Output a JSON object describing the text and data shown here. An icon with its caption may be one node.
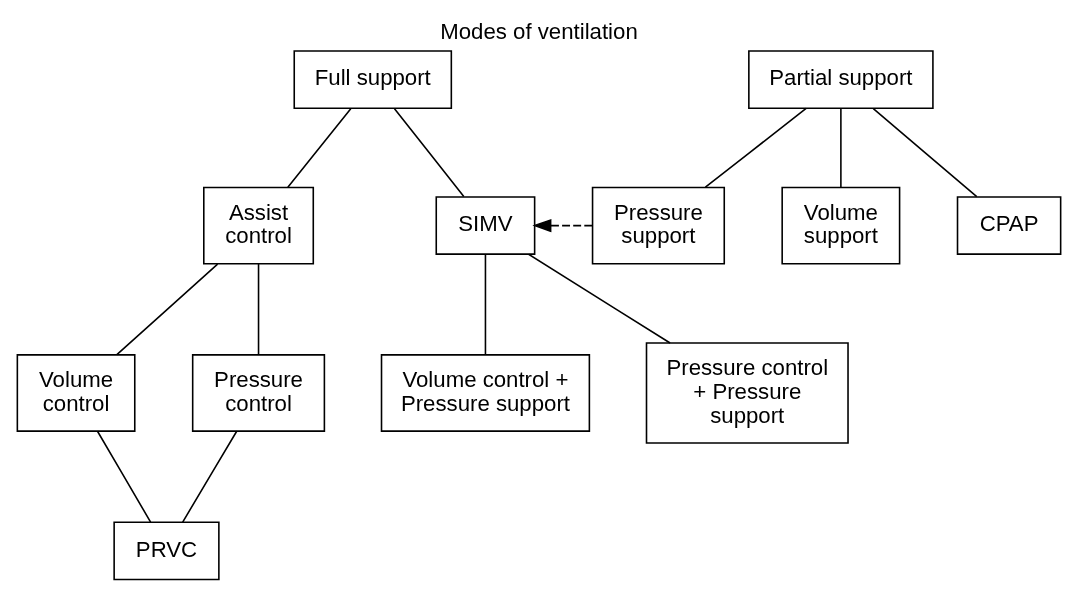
{
  "diagram": {
    "title": "Modes of ventilation",
    "nodes": [
      {
        "text": [
          "Full support"
        ]
      },
      {
        "text": [
          "Partial support"
        ]
      },
      {
        "text": [
          "Assist control"
        ]
      },
      {
        "text": [
          "SIMV"
        ]
      },
      {
        "text": [
          "Pressure support"
        ]
      },
      {
        "text": [
          "Volume support"
        ]
      },
      {
        "text": [
          "CPAP"
        ]
      },
      {
        "text": [
          "Volume control"
        ]
      },
      {
        "text": [
          "Pressure control"
        ]
      },
      {
        "text": [
          "Volume control + Pressure support"
        ]
      },
      {
        "text": [
          "Pressure control + Pressure support"
        ]
      },
      {
        "text": [
          "PRVC"
        ]
      }
    ],
    "edges": [
      {
        "from": 0,
        "to": 2,
        "arrow": "none"
      },
      {
        "from": 0,
        "to": 3,
        "arrow": "none"
      },
      {
        "from": 1,
        "to": 4,
        "arrow": "none"
      },
      {
        "from": 1,
        "to": 5,
        "arrow": "none"
      },
      {
        "from": 1,
        "to": 6,
        "arrow": "none"
      },
      {
        "from": 4,
        "to": 3,
        "arrow": "to",
        "style": "dashed"
      },
      {
        "from": 2,
        "to": 7,
        "arrow": "none"
      },
      {
        "from": 2,
        "to": 8,
        "arrow": "none"
      },
      {
        "from": 3,
        "to": 9,
        "arrow": "none"
      },
      {
        "from": 3,
        "to": 10,
        "arrow": "none"
      },
      {
        "from": 7,
        "to": 11,
        "arrow": "none"
      },
      {
        "from": 8,
        "to": 11,
        "arrow": "none"
      }
    ]
  }
}
